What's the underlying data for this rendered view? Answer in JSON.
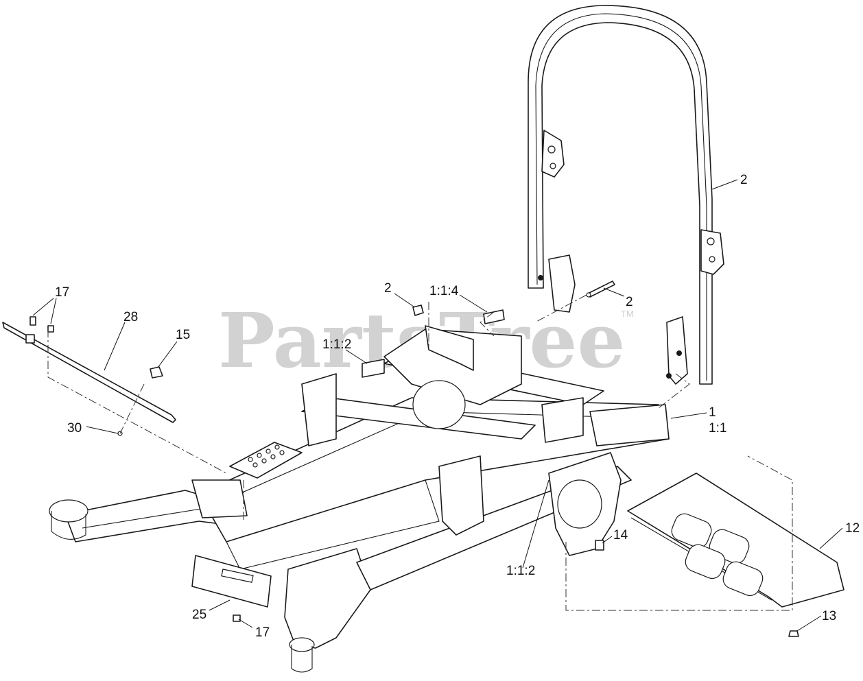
{
  "watermark": {
    "text": "PartsTree",
    "trademark": "TM"
  },
  "callouts": [
    {
      "id": "c-17a",
      "text": "17"
    },
    {
      "id": "c-28",
      "text": "28"
    },
    {
      "id": "c-15",
      "text": "15"
    },
    {
      "id": "c-30",
      "text": "30"
    },
    {
      "id": "c-2a",
      "text": "2"
    },
    {
      "id": "c-114",
      "text": "1:1:4"
    },
    {
      "id": "c-112a",
      "text": "1:1:2"
    },
    {
      "id": "c-2b",
      "text": "2"
    },
    {
      "id": "c-2c",
      "text": "2"
    },
    {
      "id": "c-1",
      "text": "1"
    },
    {
      "id": "c-11",
      "text": "1:1"
    },
    {
      "id": "c-112b",
      "text": "1:1:2"
    },
    {
      "id": "c-14",
      "text": "14"
    },
    {
      "id": "c-12",
      "text": "12"
    },
    {
      "id": "c-13",
      "text": "13"
    },
    {
      "id": "c-25",
      "text": "25"
    },
    {
      "id": "c-17b",
      "text": "17"
    }
  ]
}
